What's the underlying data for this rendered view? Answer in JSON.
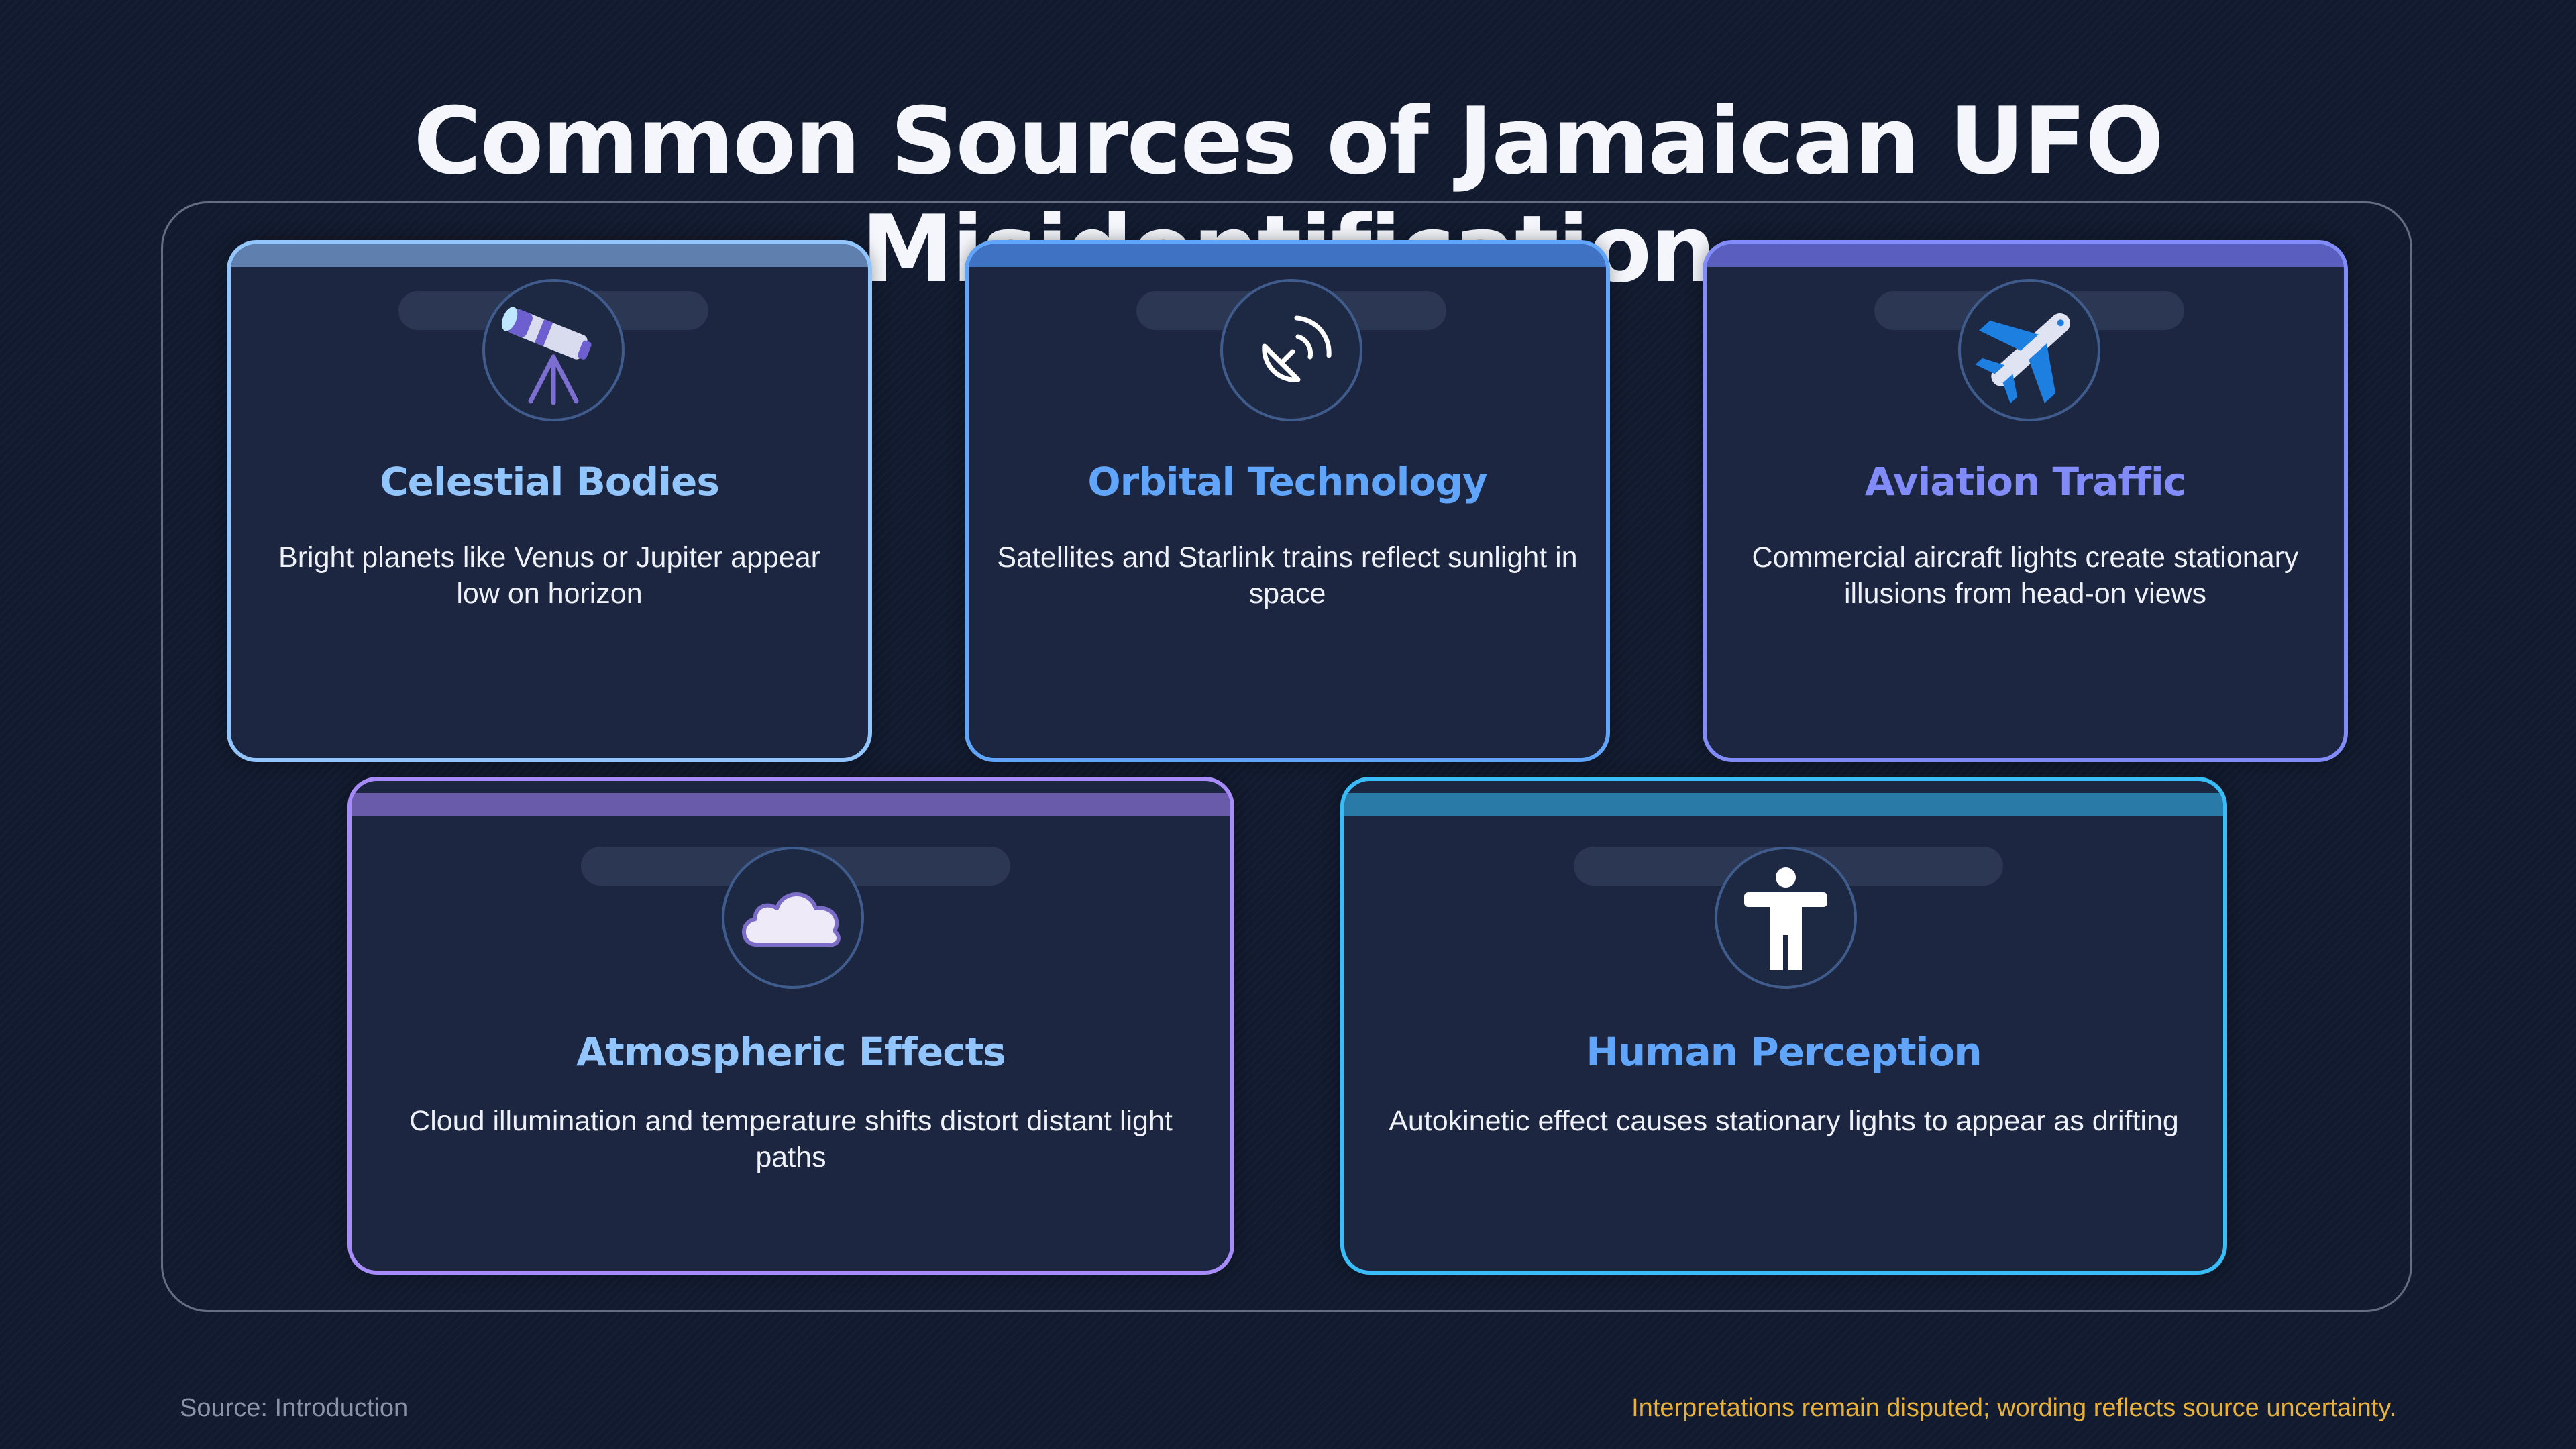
{
  "title": "Common Sources of Jamaican UFO Misidentification",
  "cards": [
    {
      "icon": "telescope-icon",
      "heading": "Celestial Bodies",
      "description": "Bright planets like Venus or Jupiter appear low on horizon",
      "accent": "#93c5fd",
      "heading_color": "#93c5fd"
    },
    {
      "icon": "satellite-dish-icon",
      "heading": "Orbital Technology",
      "description": "Satellites and Starlink trains reflect sunlight in space",
      "accent": "#60a5fa",
      "heading_color": "#60a5fa"
    },
    {
      "icon": "airplane-icon",
      "heading": "Aviation Traffic",
      "description": "Commercial aircraft lights create stationary illusions from head-on views",
      "accent": "#818cf8",
      "heading_color": "#818cf8"
    },
    {
      "icon": "cloud-icon",
      "heading": "Atmospheric Effects",
      "description": "Cloud illumination and temperature shifts distort distant light paths",
      "accent": "#a78bfa",
      "heading_color": "#93c5fd"
    },
    {
      "icon": "person-icon",
      "heading": "Human Perception",
      "description": "Autokinetic effect causes stationary lights to appear as drifting",
      "accent": "#38bdf8",
      "heading_color": "#60a5fa"
    }
  ],
  "footer": {
    "source": "Source: Introduction",
    "note": "Interpretations remain disputed; wording reflects source uncertainty."
  }
}
